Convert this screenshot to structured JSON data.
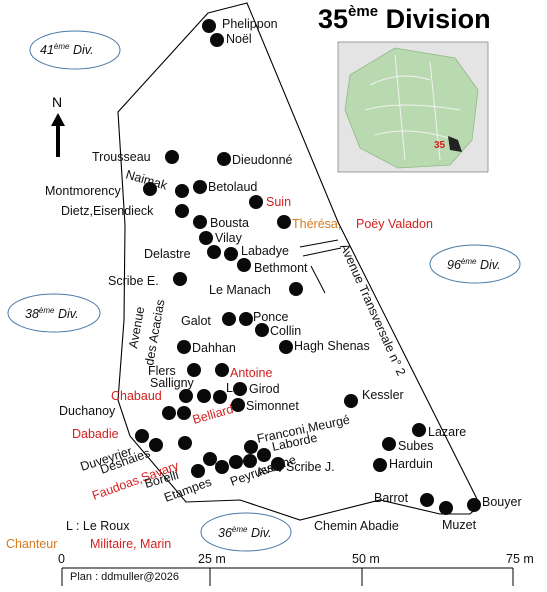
{
  "title": {
    "main": "35",
    "sup": "ème",
    "rest": " Division"
  },
  "divisions": [
    {
      "id": "41",
      "num": "41",
      "sup": "ème",
      "suffix": " Div."
    },
    {
      "id": "96",
      "num": "96",
      "sup": "ème",
      "suffix": " Div."
    },
    {
      "id": "38",
      "num": "38",
      "sup": "ème",
      "suffix": " Div."
    },
    {
      "id": "36",
      "num": "36",
      "sup": "ème",
      "suffix": " Div."
    }
  ],
  "north": "N",
  "inset": {
    "label": "35"
  },
  "streets": {
    "transversale": "Avenue Transversale n° 2",
    "acacias_1": "Avenue",
    "acacias_2": "des Acacias",
    "abadie": "Chemin Abadie"
  },
  "graves": [
    {
      "name": "Phelippon",
      "color": "black"
    },
    {
      "name": "Noël",
      "color": "black"
    },
    {
      "name": "Trousseau",
      "color": "black"
    },
    {
      "name": "Dieudonné",
      "color": "black"
    },
    {
      "name": "Naimak",
      "color": "black"
    },
    {
      "name": "Betolaud",
      "color": "black"
    },
    {
      "name": "Montmorency",
      "color": "black"
    },
    {
      "name": "Suin",
      "color": "red"
    },
    {
      "name": "Dietz,Eisendieck",
      "color": "black"
    },
    {
      "name": "Bousta",
      "color": "black"
    },
    {
      "name": "Thérésa,",
      "color": "orange"
    },
    {
      "name": "Poëy Valadon",
      "color": "red"
    },
    {
      "name": "Vilay",
      "color": "black"
    },
    {
      "name": "Delastre",
      "color": "black"
    },
    {
      "name": "Labadye",
      "color": "black"
    },
    {
      "name": "Bethmont",
      "color": "black"
    },
    {
      "name": "Scribe E.",
      "color": "black"
    },
    {
      "name": "Le Manach",
      "color": "black"
    },
    {
      "name": "Galot",
      "color": "black"
    },
    {
      "name": "Ponce",
      "color": "black"
    },
    {
      "name": "Collin",
      "color": "black"
    },
    {
      "name": "Dahhan",
      "color": "black"
    },
    {
      "name": "Hagh Shenas",
      "color": "black"
    },
    {
      "name": "Flers",
      "color": "black"
    },
    {
      "name": "Antoine",
      "color": "red"
    },
    {
      "name": "Salligny",
      "color": "black"
    },
    {
      "name": "L",
      "color": "black"
    },
    {
      "name": "Girod",
      "color": "black"
    },
    {
      "name": "Chabaud",
      "color": "red"
    },
    {
      "name": "Simonnet",
      "color": "black"
    },
    {
      "name": "Kessler",
      "color": "black"
    },
    {
      "name": "Duchanoy",
      "color": "black"
    },
    {
      "name": "Belliard",
      "color": "red"
    },
    {
      "name": "Franconi,Meurgé",
      "color": "black"
    },
    {
      "name": "Dabadie",
      "color": "red"
    },
    {
      "name": "Lazare",
      "color": "black"
    },
    {
      "name": "Laborde",
      "color": "black"
    },
    {
      "name": "Subes",
      "color": "black"
    },
    {
      "name": "Duveyrier",
      "color": "black"
    },
    {
      "name": "Deshaies",
      "color": "black"
    },
    {
      "name": "Avoyne",
      "color": "black"
    },
    {
      "name": "Scribe J.",
      "color": "black"
    },
    {
      "name": "Harduin",
      "color": "black"
    },
    {
      "name": "Faudoas,Savary",
      "color": "red"
    },
    {
      "name": "Peyrusse",
      "color": "black"
    },
    {
      "name": "Borelli",
      "color": "black"
    },
    {
      "name": "Etampes",
      "color": "black"
    },
    {
      "name": "Barrot",
      "color": "black"
    },
    {
      "name": "Bouyer",
      "color": "black"
    },
    {
      "name": "Muzet",
      "color": "black"
    }
  ],
  "legend": {
    "l_key": "L : Le Roux",
    "chanteur": "Chanteur",
    "militaire": "Militaire, Marin"
  },
  "scale": {
    "ticks": [
      "0",
      "25 m",
      "50 m",
      "75 m"
    ],
    "credit": "Plan : ddmuller@2026"
  },
  "colors": {
    "black": "#111111",
    "red": "#d32020",
    "orange": "#d57a1e",
    "park": "#b9d9b0",
    "ellipse": "#4a78a8"
  }
}
